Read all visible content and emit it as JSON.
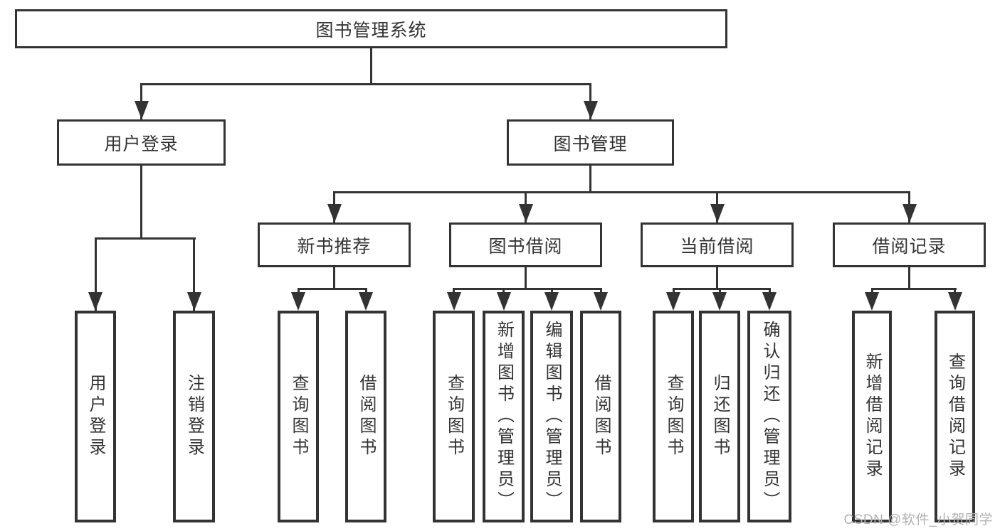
{
  "colors": {
    "line": "#333333",
    "text": "#333333",
    "watermark": "#b2b2b2",
    "background": "#ffffff"
  },
  "watermark": {
    "text": "CSDN @软件_小贺同学"
  },
  "tree": {
    "label": "图书管理系统",
    "children": [
      {
        "label": "用户登录",
        "children": [
          {
            "label": "用户登录"
          },
          {
            "label": "注销登录"
          }
        ]
      },
      {
        "label": "图书管理",
        "children": [
          {
            "label": "新书推荐",
            "children": [
              {
                "label": "查询图书"
              },
              {
                "label": "借阅图书"
              }
            ]
          },
          {
            "label": "图书借阅",
            "children": [
              {
                "label": "查询图书"
              },
              {
                "label": "新增图书（管理员）"
              },
              {
                "label": "编辑图书（管理员）"
              },
              {
                "label": "借阅图书"
              }
            ]
          },
          {
            "label": "当前借阅",
            "children": [
              {
                "label": "查询图书"
              },
              {
                "label": "归还图书"
              },
              {
                "label": "确认归还（管理员）"
              }
            ]
          },
          {
            "label": "借阅记录",
            "children": [
              {
                "label": "新增借阅记录"
              },
              {
                "label": "查询借阅记录"
              }
            ]
          }
        ]
      }
    ]
  }
}
